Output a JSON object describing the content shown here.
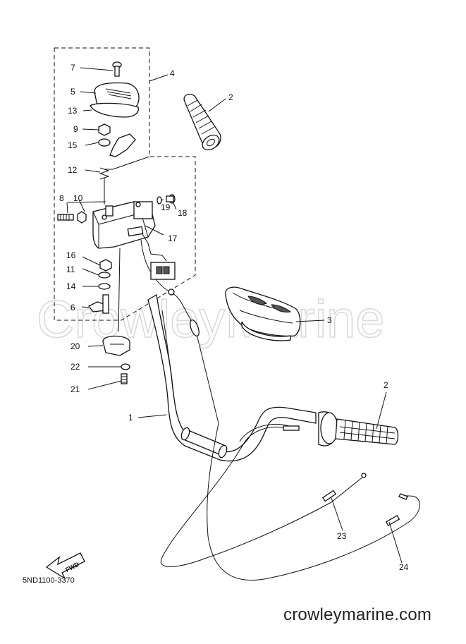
{
  "diagram": {
    "drawing_code": "5ND1100-3370",
    "website": "crowleymarine.com",
    "watermark": "CrowleyMarine",
    "fwd_label": "FWD",
    "callouts": {
      "c1": "1",
      "c2a": "2",
      "c2b": "2",
      "c3": "3",
      "c4": "4",
      "c5": "5",
      "c6": "6",
      "c7": "7",
      "c8": "8",
      "c9": "9",
      "c10": "10",
      "c11": "11",
      "c12": "12",
      "c13": "13",
      "c14": "14",
      "c15": "15",
      "c16": "16",
      "c17": "17",
      "c18": "18",
      "c19": "19",
      "c20": "20",
      "c21": "21",
      "c22": "22",
      "c23": "23",
      "c24": "24"
    }
  }
}
